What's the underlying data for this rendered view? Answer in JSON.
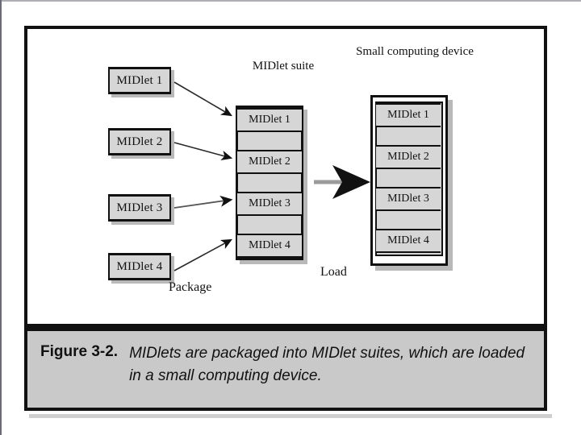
{
  "figure": {
    "caption_label": "Figure 3-2.",
    "caption_text": "MIDlets are packaged into MIDlet suites, which are loaded in a small computing device."
  },
  "diagram": {
    "left_column": {
      "name": "individual-midlets",
      "items": [
        {
          "label": "MIDlet 1"
        },
        {
          "label": "MIDlet 2"
        },
        {
          "label": "MIDlet 3"
        },
        {
          "label": "MIDlet 4"
        }
      ]
    },
    "middle_column": {
      "title": "MIDlet suite",
      "items": [
        {
          "label": "MIDlet 1"
        },
        {
          "label": "MIDlet 2"
        },
        {
          "label": "MIDlet 3"
        },
        {
          "label": "MIDlet 4"
        }
      ]
    },
    "right_column": {
      "title": "Small computing device",
      "items": [
        {
          "label": "MIDlet 1"
        },
        {
          "label": "MIDlet 2"
        },
        {
          "label": "MIDlet 3"
        },
        {
          "label": "MIDlet 4"
        }
      ]
    },
    "labels": {
      "package": "Package",
      "load": "Load"
    }
  },
  "colors": {
    "box_fill": "#d6d6d6",
    "box_border": "#111111",
    "box_shadow": "#b9b9b9",
    "caption_bar": "#c9c9c9",
    "load_arrow": "#9a9a9a",
    "frame": "#111111",
    "page_background": "#ffffff"
  }
}
